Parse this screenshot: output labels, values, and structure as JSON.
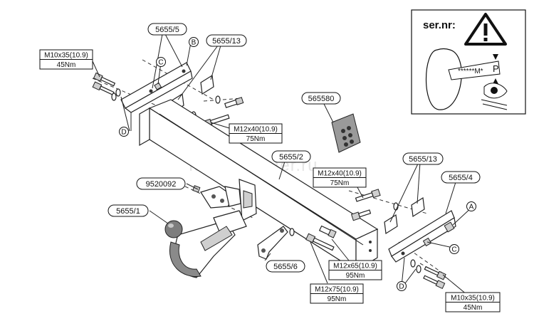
{
  "watermark": "falkop-center.ru",
  "labels": {
    "part_5655_5": "5655/5",
    "part_5655_13_left": "5655/13",
    "part_5655_13_right": "5655/13",
    "part_565580": "565580",
    "part_5655_2": "5655/2",
    "part_5655_4": "5655/4",
    "part_9520092": "9520092",
    "part_5655_1": "5655/1",
    "part_5655_6": "5655/6"
  },
  "callouts": {
    "A": "A",
    "B": "B",
    "C_left": "C",
    "C_right": "C",
    "D_left": "D",
    "D_right": "D"
  },
  "bolts": {
    "left_top": {
      "spec": "M10x35(10.9)",
      "torque": "45Nm"
    },
    "left_mid": {
      "spec": "M12x40(10.9)",
      "torque": "75Nm"
    },
    "center": {
      "spec": "M12x40(10.9)",
      "torque": "75Nm"
    },
    "right_mid": {
      "spec": "M12x65(10.9)",
      "torque": "95Nm"
    },
    "bottom": {
      "spec": "M12x75(10.9)",
      "torque": "95Nm"
    },
    "right_bottom": {
      "spec": "M10x35(10.9)",
      "torque": "45Nm"
    }
  },
  "inset": {
    "title": "ser.nr:",
    "serial": "******M*",
    "p_mark": "P",
    "warning_icon": "warning-triangle-icon",
    "eye_icon": "eye-icon"
  }
}
